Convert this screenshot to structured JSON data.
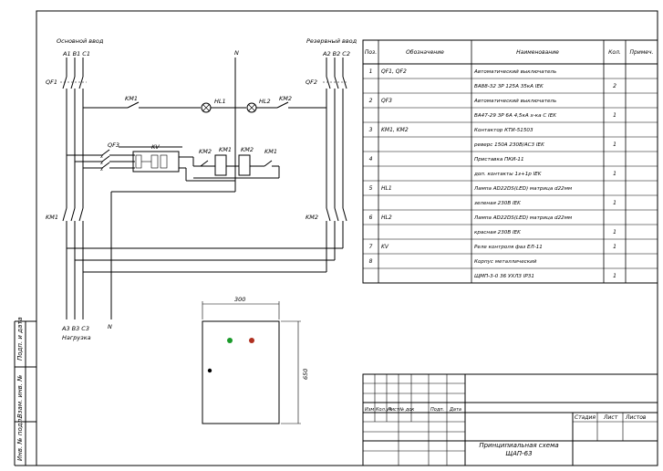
{
  "diagram": {
    "labels": {
      "main_input": "Основной ввод",
      "reserve_input": "Резервный ввод",
      "phases_left": "A1 B1 C1",
      "phases_right": "A2 B2 C2",
      "phases_out": "A3 B3 C3",
      "load": "Нагрузка",
      "neutral_top": "N",
      "neutral_bottom": "N",
      "qf1": "QF1",
      "qf2": "QF2",
      "qf3": "QF3",
      "km1_top": "KM1",
      "km2_top": "KM2",
      "hl1": "HL1",
      "hl2": "HL2",
      "kv": "KV",
      "km2_coil_contact": "KM2",
      "km1_coil": "KM1",
      "km2_coil": "KM2",
      "km1_nc": "KM1",
      "km1_left": "KM1",
      "km2_right": "KM2",
      "dim_width": "300",
      "dim_height": "650"
    },
    "lamp_colors": {
      "green": "#1a9a2a",
      "red": "#b03020"
    }
  },
  "spec": {
    "headers": [
      "Поз.",
      "Обозначение",
      "Наименование",
      "Кол.",
      "Примеч."
    ],
    "rows": [
      {
        "pos": "1",
        "code": "QF1, QF2",
        "name": "Автоматический выключатель",
        "qty": ""
      },
      {
        "pos": "",
        "code": "",
        "name": "ВА88-32 3Р 125А 35кА IEK",
        "qty": "2"
      },
      {
        "pos": "2",
        "code": "QF3",
        "name": "Автоматический выключатель",
        "qty": ""
      },
      {
        "pos": "",
        "code": "",
        "name": "ВА47-29 3Р 6А 4,5кА х-ка С IEK",
        "qty": "1"
      },
      {
        "pos": "3",
        "code": "KM1, KM2",
        "name": "Контактор КТИ-51503",
        "qty": ""
      },
      {
        "pos": "",
        "code": "",
        "name": "реверс 150А 230В/АС3 IEK",
        "qty": "1"
      },
      {
        "pos": "4",
        "code": "",
        "name": "Приставка ПКИ-11",
        "qty": ""
      },
      {
        "pos": "",
        "code": "",
        "name": "доп. контакты 1з+1р IEK",
        "qty": "1"
      },
      {
        "pos": "5",
        "code": "HL1",
        "name": "Лампа AD22DS(LED) матрица d22мм",
        "qty": ""
      },
      {
        "pos": "",
        "code": "",
        "name": "зеленая 230В IEK",
        "qty": "1"
      },
      {
        "pos": "6",
        "code": "HL2",
        "name": "Лампа AD22DS(LED) матрица d22мм",
        "qty": ""
      },
      {
        "pos": "",
        "code": "",
        "name": "красная 230В IEK",
        "qty": "1"
      },
      {
        "pos": "7",
        "code": "KV",
        "name": "Реле контроля фаз ЕЛ-11",
        "qty": "1"
      },
      {
        "pos": "8",
        "code": "",
        "name": "Корпус металлический",
        "qty": ""
      },
      {
        "pos": "",
        "code": "",
        "name": "ЩМП-3-0 36 УХЛ3 IP31",
        "qty": "1"
      }
    ]
  },
  "stamp": {
    "cols": [
      "Изм",
      "Кол.уч",
      "Лист",
      "№ док",
      "Подп.",
      "Дата"
    ],
    "stage": "Стадия",
    "sheet": "Лист",
    "sheets": "Листов",
    "title": "Принципиальная схема",
    "code": "ЩАП-63"
  },
  "side_labels": {
    "label1": "Подп. и дата",
    "label2": "Взам. инв. №",
    "label3": "Инв. № подл."
  }
}
